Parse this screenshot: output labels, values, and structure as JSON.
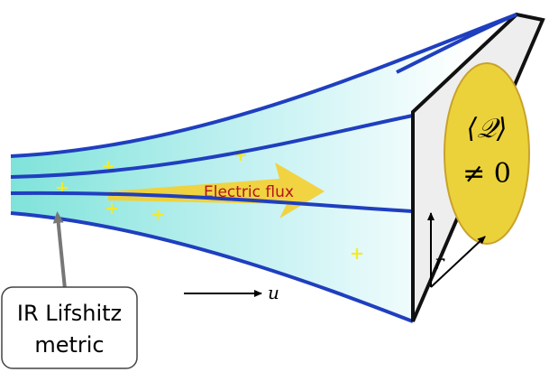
{
  "flux_label": "Electric flux",
  "operator_line1": "⟨𝒬⟩",
  "operator_line2": "≠ 0",
  "axis_u_label": "u",
  "axis_r_label": "r",
  "ir_box": {
    "line1": "IR Lifshitz",
    "line2": "metric"
  },
  "colors": {
    "tube_line": "#1f3fbf",
    "tube_fill_start": "#7fe3da",
    "tube_fill_end": "#ffffff",
    "flux_arrow": "#f5cf2e",
    "flux_text": "#b5121b",
    "charge": "#f2ea2a",
    "disk_fill": "#ecd23a",
    "disk_stroke": "#c9a22a",
    "plane_fill": "#eeeeee",
    "plane_stroke": "#111111",
    "pointer_arrow": "#777777"
  },
  "icons": [
    "plus-charge-icon",
    "arrow-right-icon",
    "axis-arrow-icon"
  ]
}
